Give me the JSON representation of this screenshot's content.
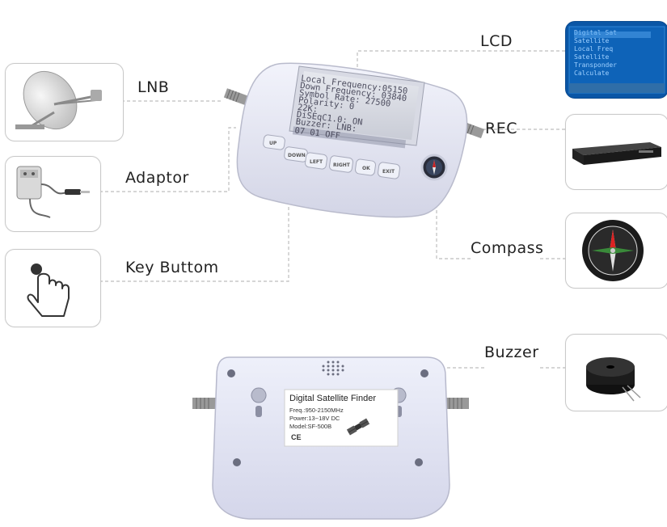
{
  "callouts": {
    "lnb": "LNB",
    "adaptor": "Adaptor",
    "key": "Key Buttom",
    "lcd": "LCD",
    "rec": "REC",
    "compass": "Compass",
    "buzzer": "Buzzer"
  },
  "front_device": {
    "lcd_lines": [
      "Local Frequency:05150",
      "Down Frequency: 03840",
      "Symbol Rate:    27500",
      "Polarity:           0",
      "22K:                ",
      "DiSEqC1.0:        ON",
      "Buzzer:         LNB:",
      "   07        01    OFF"
    ],
    "keys": [
      "UP",
      "DOWN",
      "LEFT",
      "RIGHT",
      "OK",
      "EXIT"
    ]
  },
  "back_label": {
    "title": "Digital Satellite Finder",
    "freq": "Freq.:950-2150MHz",
    "power": "Power:13~18V DC",
    "model": "Model:SF-500B",
    "ce": "CE"
  },
  "lcd_panel_lines": [
    "Digital Sat",
    "Satellite",
    "Local Freq",
    "Satellite",
    "Transponder",
    "Calculate"
  ]
}
